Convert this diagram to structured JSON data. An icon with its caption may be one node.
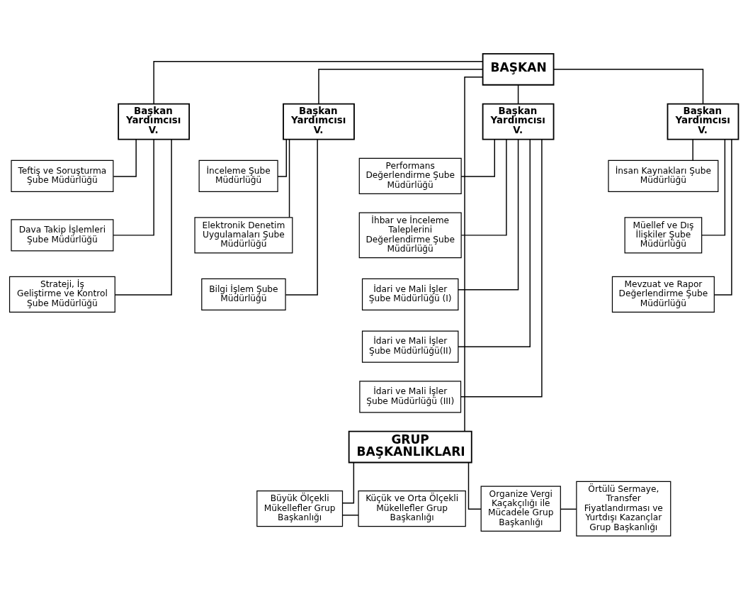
{
  "diagram": {
    "nodes": [
      {
        "text": [
          "BAŞKAN"
        ]
      },
      {
        "text": [
          "Başkan Yardımcısı V."
        ]
      },
      {
        "text": [
          "Teftiş ve Soruşturma Şube Müdürlüğü"
        ]
      },
      {
        "text": [
          "Dava Takip İşlemleri Şube Müdürlüğü"
        ]
      },
      {
        "text": [
          "Strateji, İş Geliştirme ve Kontrol Şube Müdürlüğü"
        ]
      },
      {
        "text": [
          "Başkan Yardımcısı V."
        ]
      },
      {
        "text": [
          "İnceleme Şube Müdürlüğü"
        ]
      },
      {
        "text": [
          "Elektronik Denetim Uygulamaları Şube Müdürlüğü"
        ]
      },
      {
        "text": [
          "Bilgi İşlem Şube Müdürlüğü"
        ]
      },
      {
        "text": [
          "Başkan Yardımcısı V."
        ]
      },
      {
        "text": [
          "Performans Değerlendirme Şube Müdürlüğü"
        ]
      },
      {
        "text": [
          "İhbar ve İnceleme Taleplerini Değerlendirme Şube Müdürlüğü"
        ]
      },
      {
        "text": [
          "İdari ve Mali İşler Şube Müdürlüğü (I)"
        ]
      },
      {
        "text": [
          "İdari ve Mali İşler Şube Müdürlüğü(II)"
        ]
      },
      {
        "text": [
          "İdari ve Mali İşler Şube Müdürlüğü (III)"
        ]
      },
      {
        "text": [
          "Başkan Yardımcısı V."
        ]
      },
      {
        "text": [
          "İnsan Kaynakları Şube Müdürlüğü"
        ]
      },
      {
        "text": [
          "Müellef ve Dış İlişkiler Şube Müdürlüğü"
        ]
      },
      {
        "text": [
          "Mevzuat ve Rapor Değerlendirme Şube Müdürlüğü"
        ]
      },
      {
        "text": [
          "GRUP BAŞKANLIKLARI"
        ]
      },
      {
        "text": [
          "Küçük ve Orta Ölçekli Mükellefler Grup Başkanlığı"
        ]
      },
      {
        "text": [
          "Büyük Ölçekli Mükellefler Grup Başkanlığı"
        ]
      },
      {
        "text": [
          "Organize Vergi Kaçakçılığı ile Mücadele Grup Başkanlığı"
        ]
      },
      {
        "text": [
          "Örtülü Sermaye, Transfer Fiyatlandırması ve Yurtdışı Kazançlar Grup Başkanlığı"
        ]
      }
    ],
    "edges": [
      {
        "from": 0,
        "to": 1,
        "arrow": "none"
      },
      {
        "from": 0,
        "to": 5,
        "arrow": "none"
      },
      {
        "from": 0,
        "to": 9,
        "arrow": "none"
      },
      {
        "from": 0,
        "to": 15,
        "arrow": "none"
      },
      {
        "from": 1,
        "to": 2,
        "arrow": "none"
      },
      {
        "from": 1,
        "to": 3,
        "arrow": "none"
      },
      {
        "from": 1,
        "to": 4,
        "arrow": "none"
      },
      {
        "from": 5,
        "to": 6,
        "arrow": "none"
      },
      {
        "from": 5,
        "to": 7,
        "arrow": "none"
      },
      {
        "from": 5,
        "to": 8,
        "arrow": "none"
      },
      {
        "from": 9,
        "to": 10,
        "arrow": "none"
      },
      {
        "from": 9,
        "to": 11,
        "arrow": "none"
      },
      {
        "from": 9,
        "to": 12,
        "arrow": "none"
      },
      {
        "from": 9,
        "to": 13,
        "arrow": "none"
      },
      {
        "from": 9,
        "to": 14,
        "arrow": "none"
      },
      {
        "from": 15,
        "to": 16,
        "arrow": "none"
      },
      {
        "from": 15,
        "to": 17,
        "arrow": "none"
      },
      {
        "from": 15,
        "to": 18,
        "arrow": "none"
      },
      {
        "from": 0,
        "to": 19,
        "arrow": "none"
      },
      {
        "from": 19,
        "to": 21,
        "arrow": "none"
      },
      {
        "from": 19,
        "to": 22,
        "arrow": "none"
      },
      {
        "from": 21,
        "to": 20,
        "arrow": "none"
      },
      {
        "from": 22,
        "to": 23,
        "arrow": "none"
      }
    ]
  }
}
